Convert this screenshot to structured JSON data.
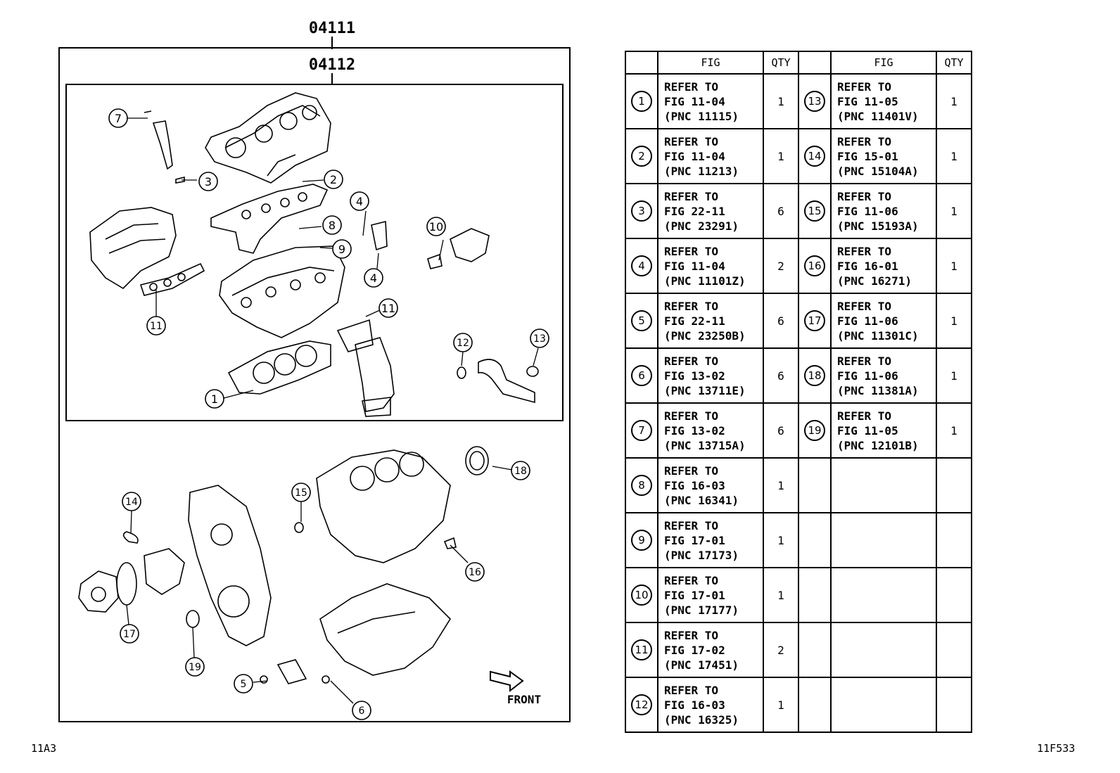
{
  "labels": {
    "top_code": "04111",
    "sub_code": "04112",
    "front_label": "FRONT",
    "corner_left": "11A3",
    "corner_right": "11F533"
  },
  "table": {
    "headers": [
      "FIG",
      "QTY",
      "FIG",
      "QTY"
    ],
    "rows": [
      {
        "no": "1",
        "fig": "REFER TO\nFIG 11-04\n(PNC 11115)",
        "qty": "1"
      },
      {
        "no": "2",
        "fig": "REFER TO\nFIG 11-04\n(PNC 11213)",
        "qty": "1"
      },
      {
        "no": "3",
        "fig": "REFER TO\nFIG 22-11\n(PNC 23291)",
        "qty": "6"
      },
      {
        "no": "4",
        "fig": "REFER TO\nFIG 11-04\n(PNC 11101Z)",
        "qty": "2"
      },
      {
        "no": "5",
        "fig": "REFER TO\nFIG 22-11\n(PNC 23250B)",
        "qty": "6"
      },
      {
        "no": "6",
        "fig": "REFER TO\nFIG 13-02\n(PNC 13711E)",
        "qty": "6"
      },
      {
        "no": "7",
        "fig": "REFER TO\nFIG 13-02\n(PNC 13715A)",
        "qty": "6"
      },
      {
        "no": "8",
        "fig": "REFER TO\nFIG 16-03\n(PNC 16341)",
        "qty": "1"
      },
      {
        "no": "9",
        "fig": "REFER TO\nFIG 17-01\n(PNC 17173)",
        "qty": "1"
      },
      {
        "no": "10",
        "fig": "REFER TO\nFIG 17-01\n(PNC 17177)",
        "qty": "1"
      },
      {
        "no": "11",
        "fig": "REFER TO\nFIG 17-02\n(PNC 17451)",
        "qty": "2"
      },
      {
        "no": "12",
        "fig": "REFER TO\nFIG 16-03\n(PNC 16325)",
        "qty": "1"
      }
    ],
    "rows_right": [
      {
        "no": "13",
        "fig": "REFER TO\nFIG 11-05\n(PNC 11401V)",
        "qty": "1"
      },
      {
        "no": "14",
        "fig": "REFER TO\nFIG 15-01\n(PNC 15104A)",
        "qty": "1"
      },
      {
        "no": "15",
        "fig": "REFER TO\nFIG 11-06\n(PNC 15193A)",
        "qty": "1"
      },
      {
        "no": "16",
        "fig": "REFER TO\nFIG 16-01\n(PNC 16271)",
        "qty": "1"
      },
      {
        "no": "17",
        "fig": "REFER TO\nFIG 11-06\n(PNC 11301C)",
        "qty": "1"
      },
      {
        "no": "18",
        "fig": "REFER TO\nFIG 11-06\n(PNC 11381A)",
        "qty": "1"
      },
      {
        "no": "19",
        "fig": "REFER TO\nFIG 11-05\n(PNC 12101B)",
        "qty": "1"
      }
    ]
  },
  "callouts": [
    "1",
    "2",
    "3",
    "4",
    "4",
    "5",
    "6",
    "7",
    "8",
    "9",
    "10",
    "11",
    "11",
    "12",
    "13",
    "14",
    "15",
    "16",
    "17",
    "18",
    "19"
  ]
}
